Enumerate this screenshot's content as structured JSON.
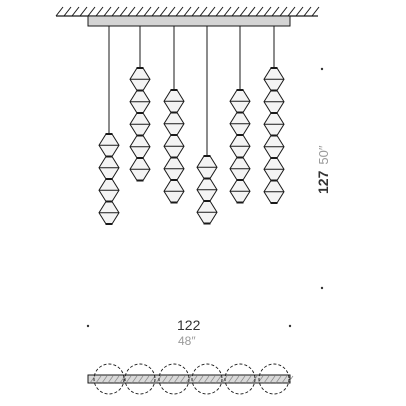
{
  "dimensions": {
    "width": {
      "metric": "122",
      "imperial": "48″"
    },
    "height": {
      "metric": "127",
      "imperial": "50″"
    }
  },
  "fixture": {
    "pendants": [
      {
        "shades": 4,
        "bottom_shade": 4
      },
      {
        "shades": 5,
        "bottom_shade": 5
      },
      {
        "shades": 5,
        "bottom_shade": 4
      },
      {
        "shades": 3,
        "bottom_shade": 3
      },
      {
        "shades": 5,
        "bottom_shade": 4
      },
      {
        "shades": 6,
        "bottom_shade": 5
      }
    ]
  },
  "colors": {
    "line": "#1a1a1a",
    "shade_fill": "#f4f4f4",
    "canopy": "#d4d4d4",
    "label_primary": "#333333",
    "label_secondary": "#9a9a9a"
  }
}
